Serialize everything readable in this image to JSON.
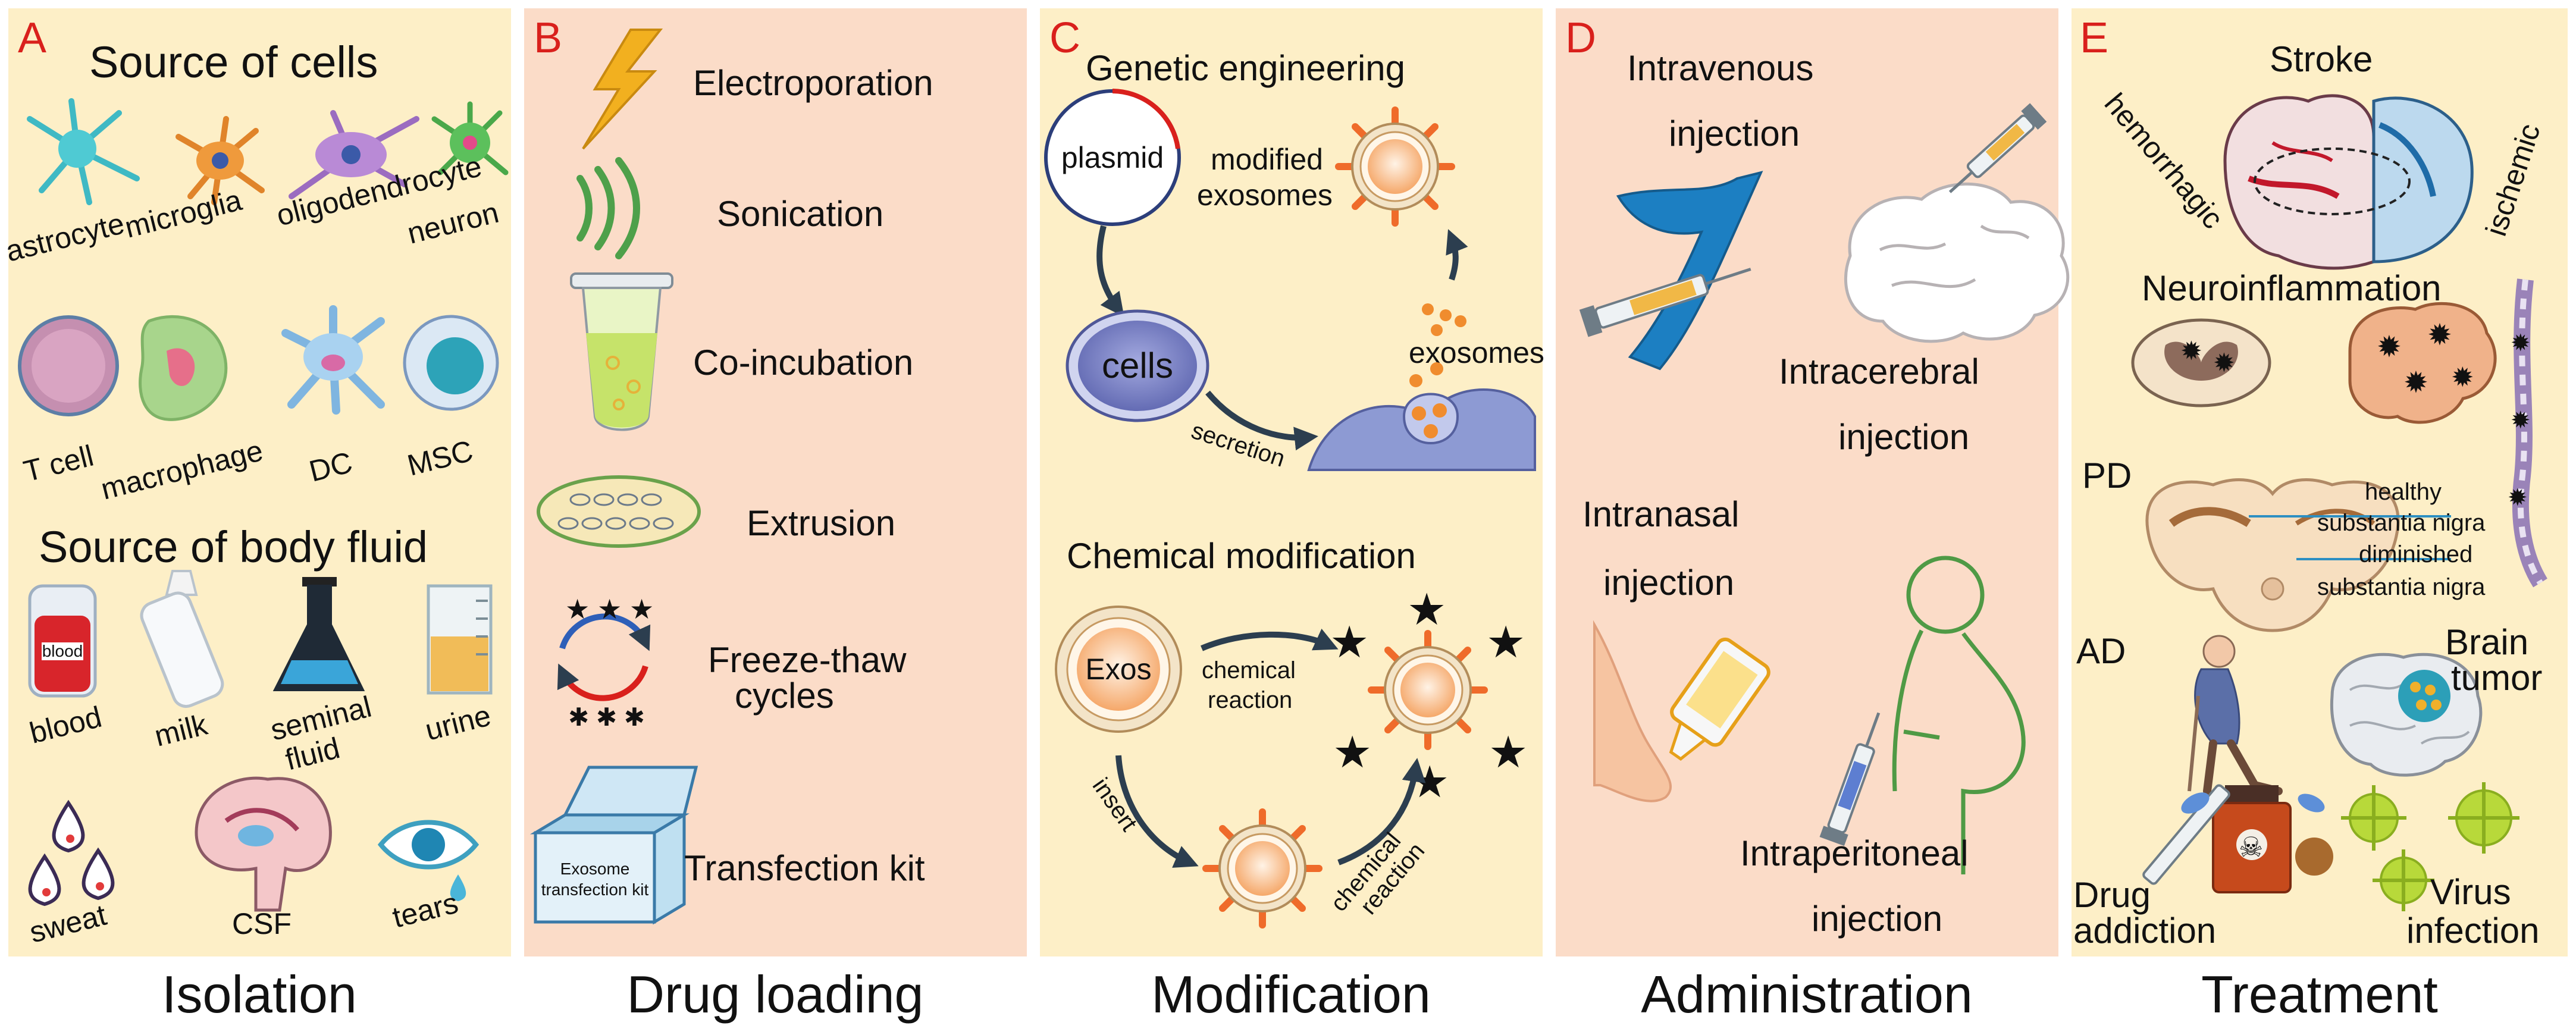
{
  "colors": {
    "panel_a": "#fdefc7",
    "panel_b": "#fbdcc8",
    "panel_c": "#fdefc7",
    "panel_d": "#fbdcc8",
    "panel_e": "#fdefc7",
    "panel_letter": "#d9201c",
    "exosome_core": "#f5a86a",
    "spike": "#ef6b2a",
    "star": "#e23b3b",
    "cell": "#7f86c6",
    "arrow": "#2c3e4f"
  },
  "panels": {
    "a": {
      "letter": "A",
      "footer": "Isolation",
      "cells_title": "Source of cells",
      "cells": [
        "astrocyte",
        "microglia",
        "oligodendrocyte",
        "neuron",
        "T cell",
        "macrophage",
        "DC",
        "MSC"
      ],
      "fluid_title": "Source of body fluid",
      "fluids": [
        "blood",
        "milk",
        "seminal",
        "fluid",
        "urine",
        "sweat",
        "CSF",
        "tears"
      ],
      "blood_bag_label": "blood"
    },
    "b": {
      "letter": "B",
      "footer": "Drug loading",
      "methods": [
        "Electroporation",
        "Sonication",
        "Co-incubation",
        "Extrusion",
        "Freeze-thaw",
        "cycles",
        "Transfection kit"
      ],
      "kit_label_1": "Exosome",
      "kit_label_2": "transfection kit"
    },
    "c": {
      "letter": "C",
      "footer": "Modification",
      "genetic_title": "Genetic engineering",
      "plasmid": "plasmid",
      "modified_1": "modified",
      "modified_2": "exosomes",
      "cells": "cells",
      "exosomes": "exosomes",
      "secretion": "secretion",
      "chemical_title": "Chemical modification",
      "exos": "Exos",
      "chem_1": "chemical",
      "chem_2": "reaction",
      "insert": "insert",
      "chem_3": "chemical",
      "chem_4": "reaction"
    },
    "d": {
      "letter": "D",
      "footer": "Administration",
      "iv_1": "Intravenous",
      "iv_2": "injection",
      "ic_1": "Intracerebral",
      "ic_2": "injection",
      "in_1": "Intranasal",
      "in_2": "injection",
      "ip_1": "Intraperitoneal",
      "ip_2": "injection"
    },
    "e": {
      "letter": "E",
      "footer": "Treatment",
      "stroke": "Stroke",
      "hemorrhagic": "hemorrhagic",
      "ischemic": "ischemic",
      "neuro": "Neuroinflammation",
      "pd": "PD",
      "healthy_1": "healthy",
      "healthy_2": "substantia nigra",
      "dim_1": "diminished",
      "dim_2": "substantia nigra",
      "ad": "AD",
      "tumor_1": "Brain",
      "tumor_2": "tumor",
      "drug_1": "Drug",
      "drug_2": "addiction",
      "virus_1": "Virus",
      "virus_2": "infection"
    }
  }
}
